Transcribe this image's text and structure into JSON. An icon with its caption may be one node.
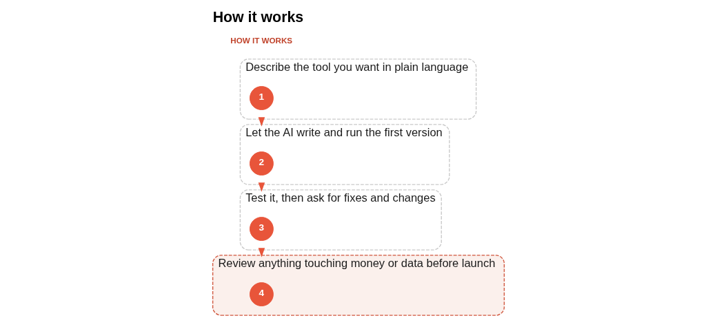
{
  "diagram": {
    "title": "How it works",
    "nodes": [
      {
        "text": [
          "Describe the tool you want in plain language"
        ]
      },
      {
        "text": [
          "1"
        ],
        "in": 0
      },
      {
        "text": [
          "Let the AI write and run the first version"
        ]
      },
      {
        "text": [
          "2"
        ],
        "in": 2
      },
      {
        "text": [
          "Test it, then ask for fixes and changes"
        ]
      },
      {
        "text": [
          "3"
        ],
        "in": 4
      },
      {
        "text": [
          "Review anything touching money or data before launch"
        ]
      },
      {
        "text": [
          "4"
        ],
        "in": 6
      }
    ],
    "edges": [
      {
        "from": 0,
        "to": 2,
        "arrow": "to"
      },
      {
        "from": 2,
        "to": 4,
        "arrow": "to"
      },
      {
        "from": 4,
        "to": 6,
        "arrow": "to"
      }
    ],
    "labels": [
      "HOW IT WORKS"
    ]
  }
}
